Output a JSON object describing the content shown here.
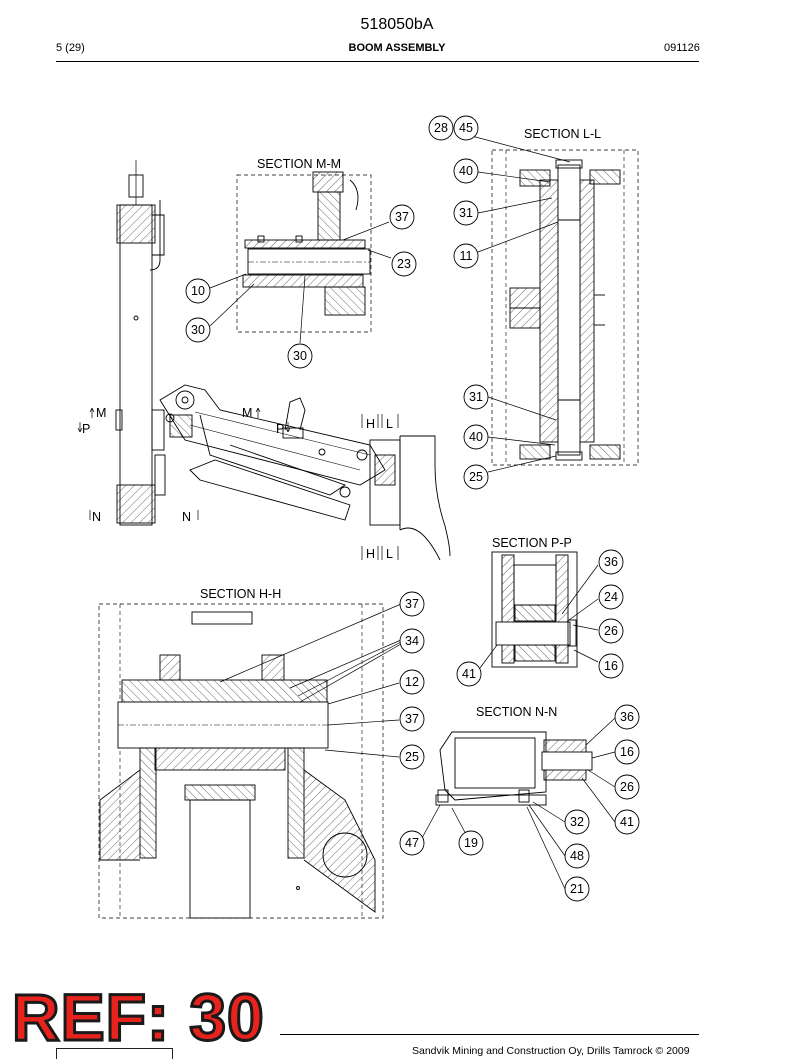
{
  "header": {
    "doc_code": "518050bA",
    "page": "5 (29)",
    "title": "BOOM ASSEMBLY",
    "date": "091126"
  },
  "sections": {
    "ll": "SECTION  L-L",
    "mm": "SECTION  M-M",
    "pp": "SECTION  P-P",
    "hh": "SECTION  H-H",
    "nn": "SECTION  N-N"
  },
  "cut_letters": {
    "m": "M",
    "p": "P",
    "n": "N",
    "h": "H",
    "l": "L"
  },
  "callouts": {
    "c28": "28",
    "c45": "45",
    "c40a": "40",
    "c31a": "31",
    "c11": "11",
    "c31b": "31",
    "c40b": "40",
    "c25a": "25",
    "c37a": "37",
    "c23": "23",
    "c10": "10",
    "c30a": "30",
    "c30b": "30",
    "c36a": "36",
    "c24": "24",
    "c26a": "26",
    "c16a": "16",
    "c41a": "41",
    "c37b": "37",
    "c34": "34",
    "c12": "12",
    "c37c": "37",
    "c25b": "25",
    "c36b": "36",
    "c16b": "16",
    "c26b": "26",
    "c32": "32",
    "c41b": "41",
    "c47": "47",
    "c19": "19",
    "c48": "48",
    "c21": "21"
  },
  "ref_stamp": "REF: 30",
  "footer": {
    "copyright": "Sandvik Mining and Construction Oy, Drills Tamrock © 2009"
  }
}
